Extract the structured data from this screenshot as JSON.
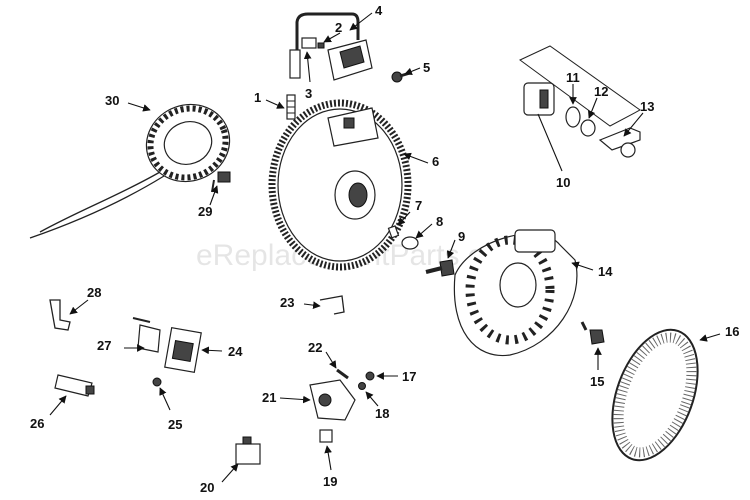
{
  "watermark": "eReplacementParts.com",
  "callouts": [
    "1",
    "2",
    "3",
    "4",
    "5",
    "6",
    "7",
    "8",
    "9",
    "10",
    "11",
    "12",
    "13",
    "14",
    "15",
    "16",
    "17",
    "18",
    "19",
    "20",
    "21",
    "22",
    "23",
    "24",
    "25",
    "26",
    "27",
    "28",
    "29",
    "30"
  ]
}
